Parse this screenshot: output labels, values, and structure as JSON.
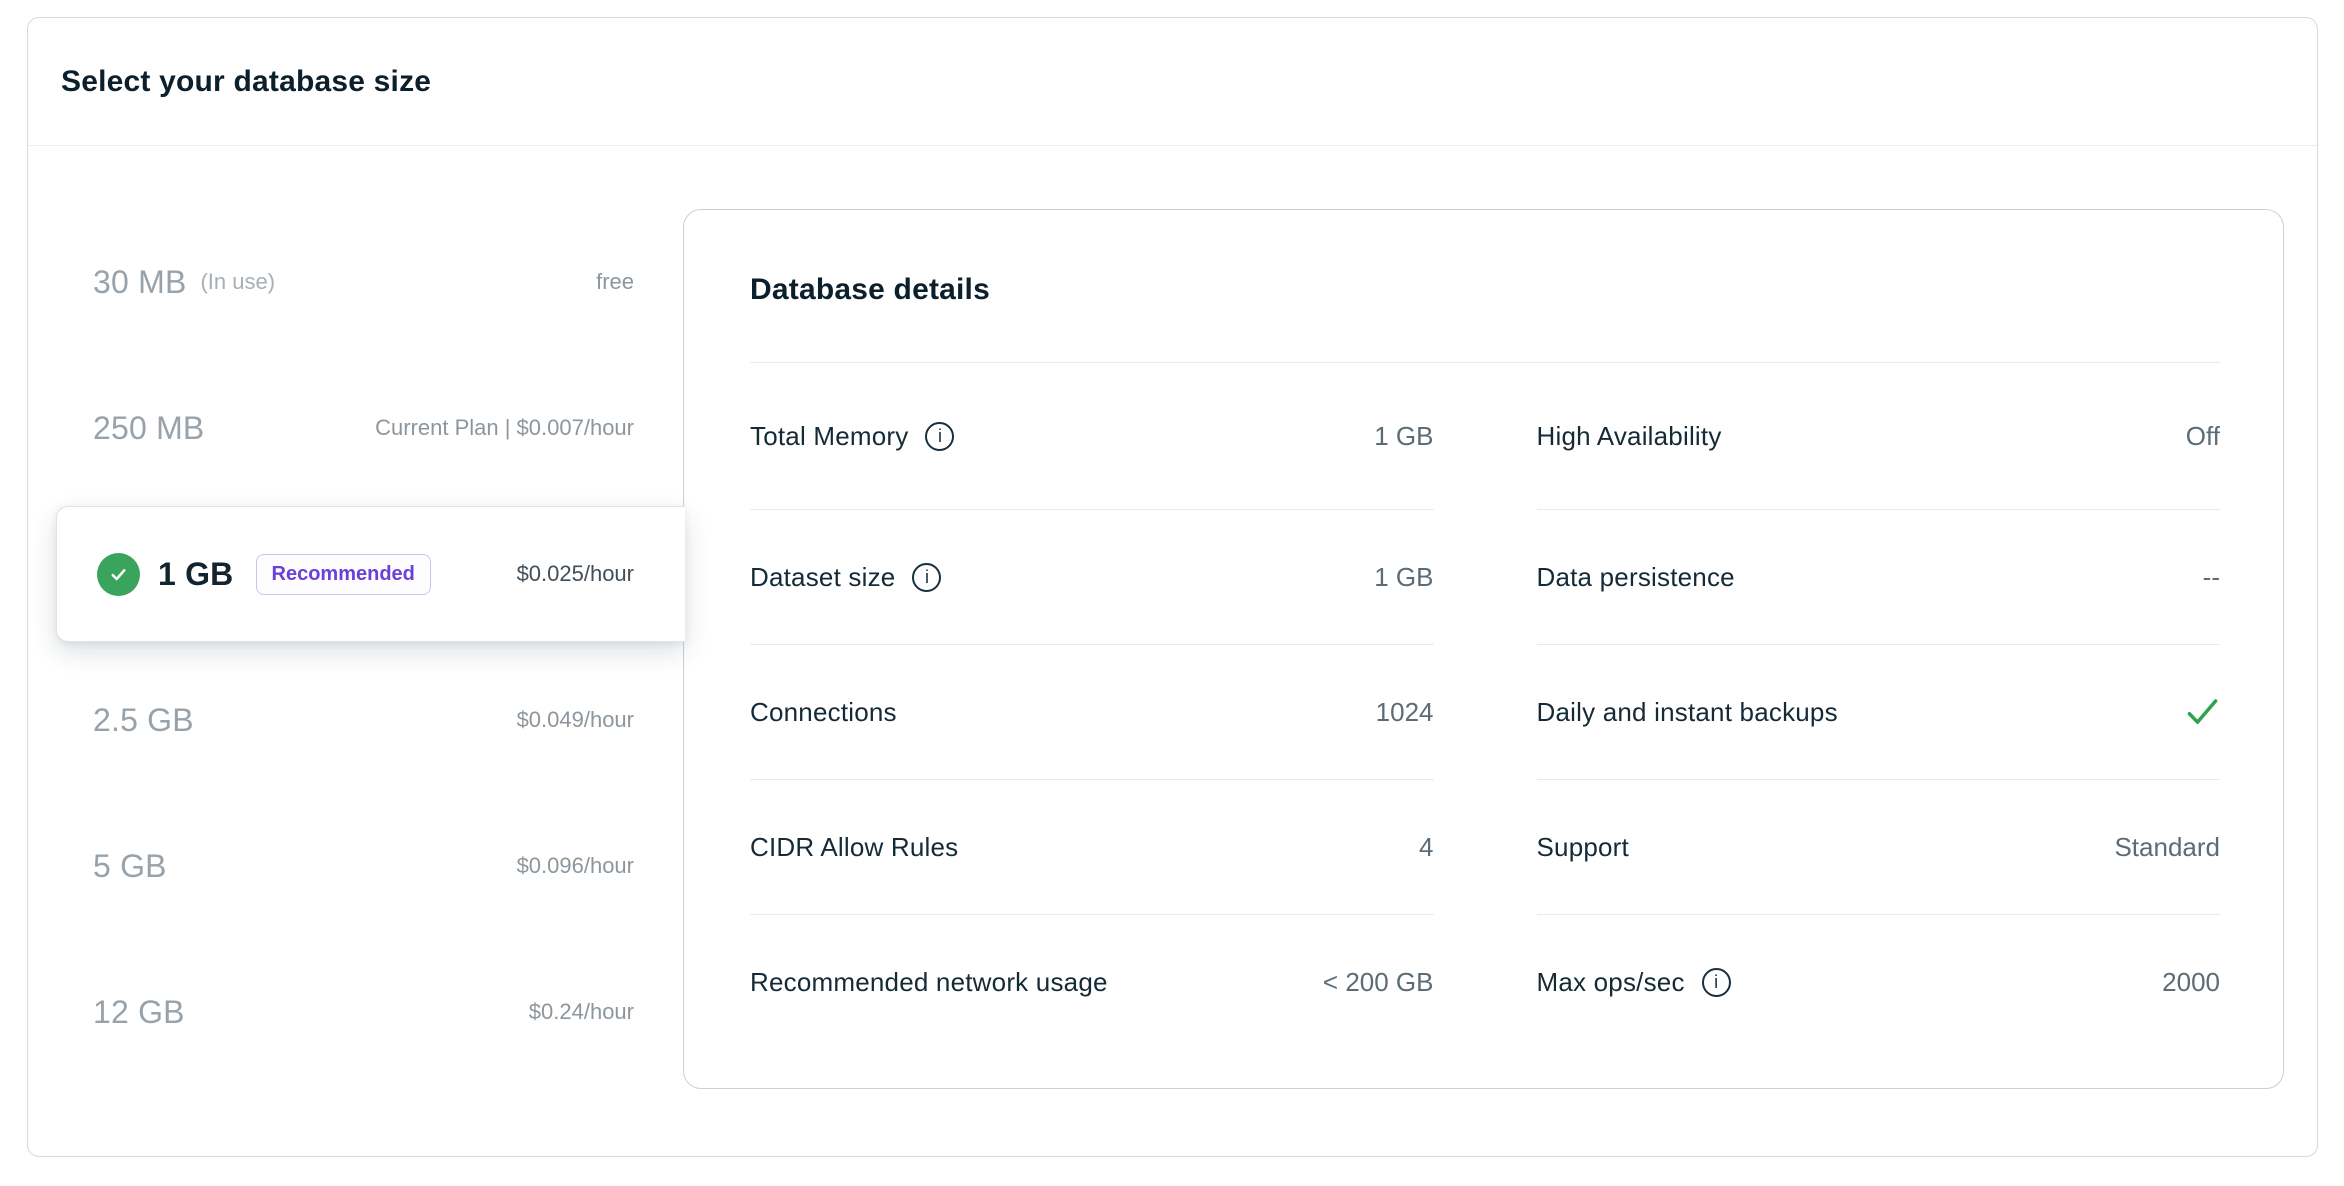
{
  "card": {
    "title": "Select your database size"
  },
  "size_options": [
    {
      "size": "30 MB",
      "note": "(In use)",
      "price": "free",
      "selected": false
    },
    {
      "size": "250 MB",
      "price": "Current Plan | $0.007/hour",
      "selected": false
    },
    {
      "size": "1 GB",
      "badge": "Recommended",
      "price": "$0.025/hour",
      "selected": true
    },
    {
      "size": "2.5 GB",
      "price": "$0.049/hour",
      "selected": false
    },
    {
      "size": "5 GB",
      "price": "$0.096/hour",
      "selected": false
    },
    {
      "size": "12 GB",
      "price": "$0.24/hour",
      "selected": false
    }
  ],
  "details": {
    "title": "Database details",
    "columns": [
      [
        {
          "label": "Total Memory",
          "info": true,
          "value": "1 GB"
        },
        {
          "label": "Dataset size",
          "info": true,
          "value": "1 GB"
        },
        {
          "label": "Connections",
          "value": "1024"
        },
        {
          "label": "CIDR Allow Rules",
          "value": "4"
        },
        {
          "label": "Recommended network usage",
          "value": "< 200 GB"
        }
      ],
      [
        {
          "label": "High Availability",
          "value": "Off"
        },
        {
          "label": "Data persistence",
          "value": "--"
        },
        {
          "label": "Daily and instant backups",
          "value_type": "check"
        },
        {
          "label": "Support",
          "value": "Standard"
        },
        {
          "label": "Max ops/sec",
          "info": true,
          "value": "2000"
        }
      ]
    ]
  },
  "colors": {
    "selected_green": "#3AA45C",
    "check_green": "#2FA24D",
    "badge_purple": "#6B40D9",
    "badge_border": "#CEC2F0",
    "panel_border": "#CBD1D6",
    "row_divider": "#E7E9EA",
    "value_text": "#5C6C76"
  }
}
